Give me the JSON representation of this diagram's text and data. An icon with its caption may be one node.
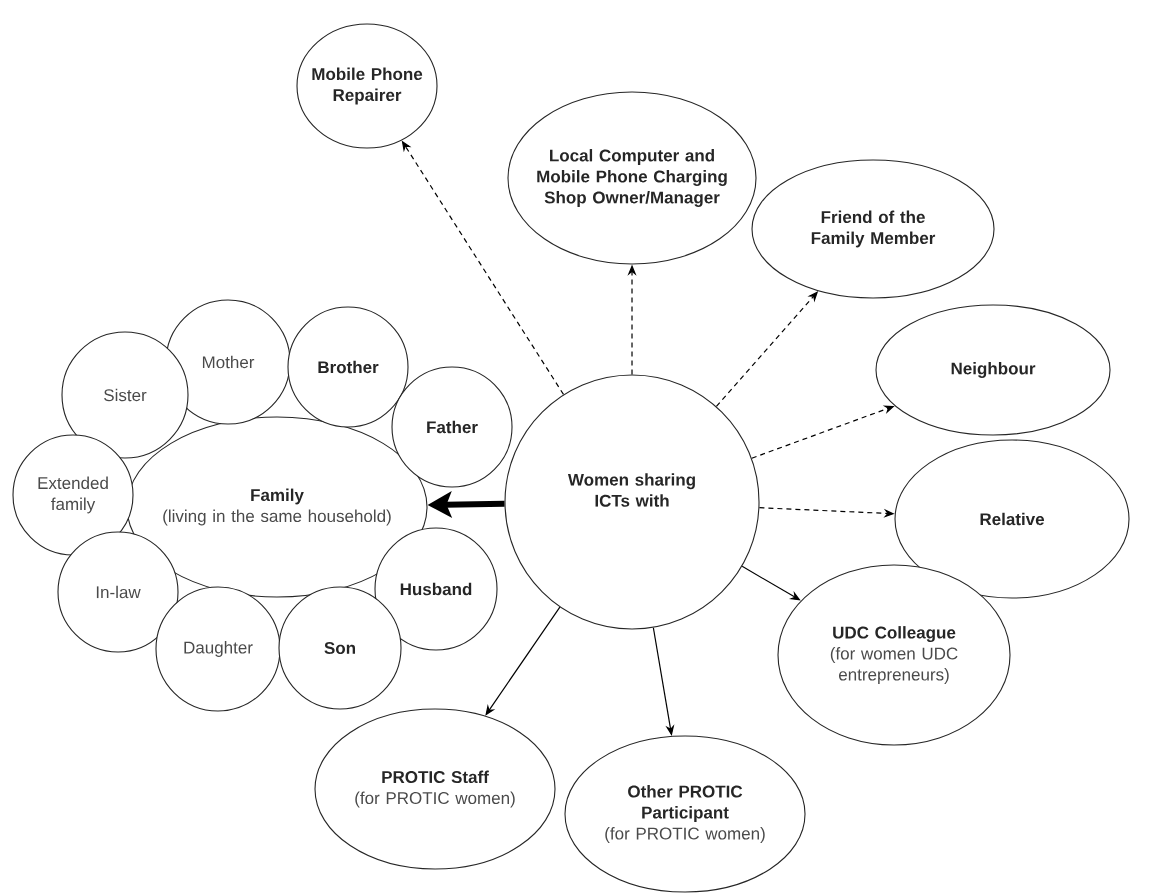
{
  "diagram": {
    "nodes": [
      {
        "text": [
          "Mobile Phone Repairer"
        ]
      },
      {
        "text": [
          "Local Computer and Mobile Phone Charging Shop Owner/Manager"
        ]
      },
      {
        "text": [
          "Friend of the Family Member"
        ]
      },
      {
        "text": [
          "Neighbour"
        ]
      },
      {
        "text": [
          "Relative"
        ]
      },
      {
        "text": [
          "Women sharing ICTs with"
        ]
      },
      {
        "text": [
          "Family",
          "(living in the same household)"
        ]
      },
      {
        "text": [
          "Mother"
        ]
      },
      {
        "text": [
          "Brother"
        ]
      },
      {
        "text": [
          "Sister"
        ]
      },
      {
        "text": [
          "Father"
        ]
      },
      {
        "text": [
          "Extended family"
        ]
      },
      {
        "text": [
          "Husband"
        ]
      },
      {
        "text": [
          "In-law"
        ]
      },
      {
        "text": [
          "Daughter"
        ]
      },
      {
        "text": [
          "Son"
        ]
      },
      {
        "text": [
          "UDC Colleague",
          "(for women UDC entrepreneurs)"
        ]
      },
      {
        "text": [
          "PROTIC Staff",
          "(for PROTIC women)"
        ]
      },
      {
        "text": [
          "Other PROTIC Participant",
          "(for PROTIC women)"
        ]
      }
    ],
    "edges": [
      {
        "from": 5,
        "to": 0,
        "arrow": "to",
        "style": "dashed"
      },
      {
        "from": 5,
        "to": 1,
        "arrow": "to",
        "style": "dashed"
      },
      {
        "from": 5,
        "to": 2,
        "arrow": "to",
        "style": "dashed"
      },
      {
        "from": 5,
        "to": 3,
        "arrow": "to",
        "style": "dashed"
      },
      {
        "from": 5,
        "to": 4,
        "arrow": "to",
        "style": "dashed"
      },
      {
        "from": 5,
        "to": 6,
        "arrow": "to",
        "style": "thick"
      },
      {
        "from": 5,
        "to": 16,
        "arrow": "to"
      },
      {
        "from": 5,
        "to": 17,
        "arrow": "to"
      },
      {
        "from": 5,
        "to": 18,
        "arrow": "to"
      }
    ]
  }
}
